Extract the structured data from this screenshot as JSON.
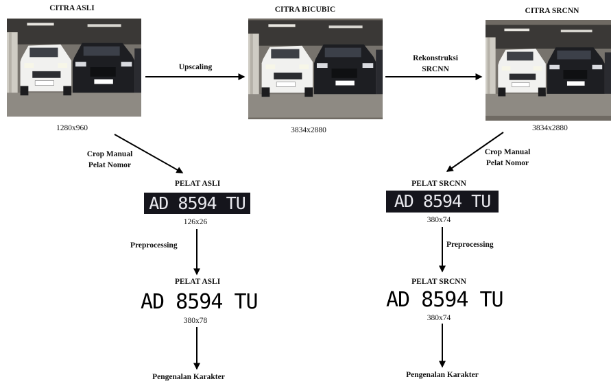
{
  "images": {
    "original": {
      "title": "CITRA ASLI",
      "size": "1280x960"
    },
    "bicubic": {
      "title": "CITRA BICUBIC",
      "size": "3834x2880"
    },
    "srcnn": {
      "title": "CITRA SRCNN",
      "size": "3834x2880"
    }
  },
  "steps": {
    "upscaling": "Upscaling",
    "srcnn_line1": "Rekonstruksi",
    "srcnn_line2": "SRCNN",
    "crop_left_line1": "Crop Manual",
    "crop_left_line2": "Pelat Nomor",
    "crop_right_line1": "Crop Manual",
    "crop_right_line2": "Pelat Nomor",
    "preprocessing_left": "Preprocessing",
    "preprocessing_right": "Preprocessing"
  },
  "plates": {
    "left_raw": {
      "title": "PELAT ASLI",
      "text": "AD 8594 TU",
      "size": "126x26"
    },
    "right_raw": {
      "title": "PELAT SRCNN",
      "text": "AD 8594 TU",
      "size": "380x74"
    },
    "left_processed": {
      "title": "PELAT ASLI",
      "text": "AD 8594 TU",
      "size": "380x78"
    },
    "right_processed": {
      "title": "PELAT SRCNN",
      "text": "AD 8594 TU",
      "size": "380x74"
    }
  },
  "outputs": {
    "left": "Pengenalan Karakter",
    "right": "Pengenalan Karakter"
  },
  "plate_text": {
    "left_raw": "AD 8594 TU",
    "right_raw": "AD 8594 TU",
    "left_processed": "AD 8594 TU",
    "right_processed": "AD 8594 TU"
  }
}
